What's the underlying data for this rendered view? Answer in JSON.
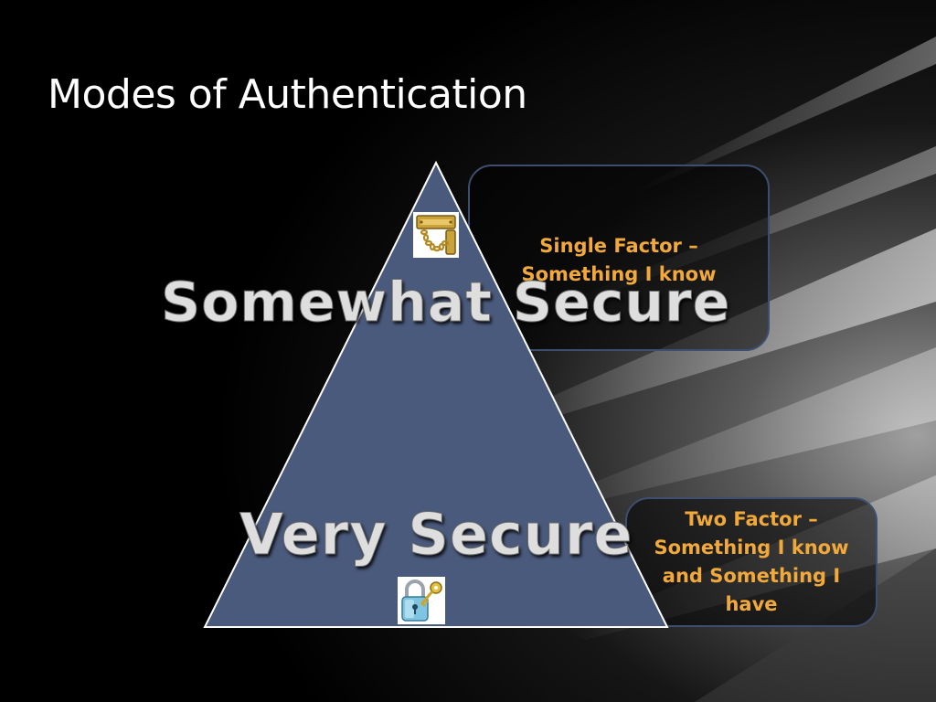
{
  "slide": {
    "title": "Modes of Authentication"
  },
  "pyramid": {
    "top_label": "Somewhat Secure",
    "bottom_label": "Very Secure",
    "fill_color": "#4a5a7c"
  },
  "callouts": {
    "single_factor": {
      "line1": "Single Factor –",
      "line2": "Something I know"
    },
    "two_factor": {
      "line1": "Two Factor –",
      "line2": "Something I know",
      "line3": "and Something I",
      "line4": "have"
    }
  },
  "icons": {
    "top": "door-chain-icon",
    "bottom": "padlock-key-icon"
  },
  "colors": {
    "callout_text": "#f2a93b",
    "background": "#000000"
  }
}
